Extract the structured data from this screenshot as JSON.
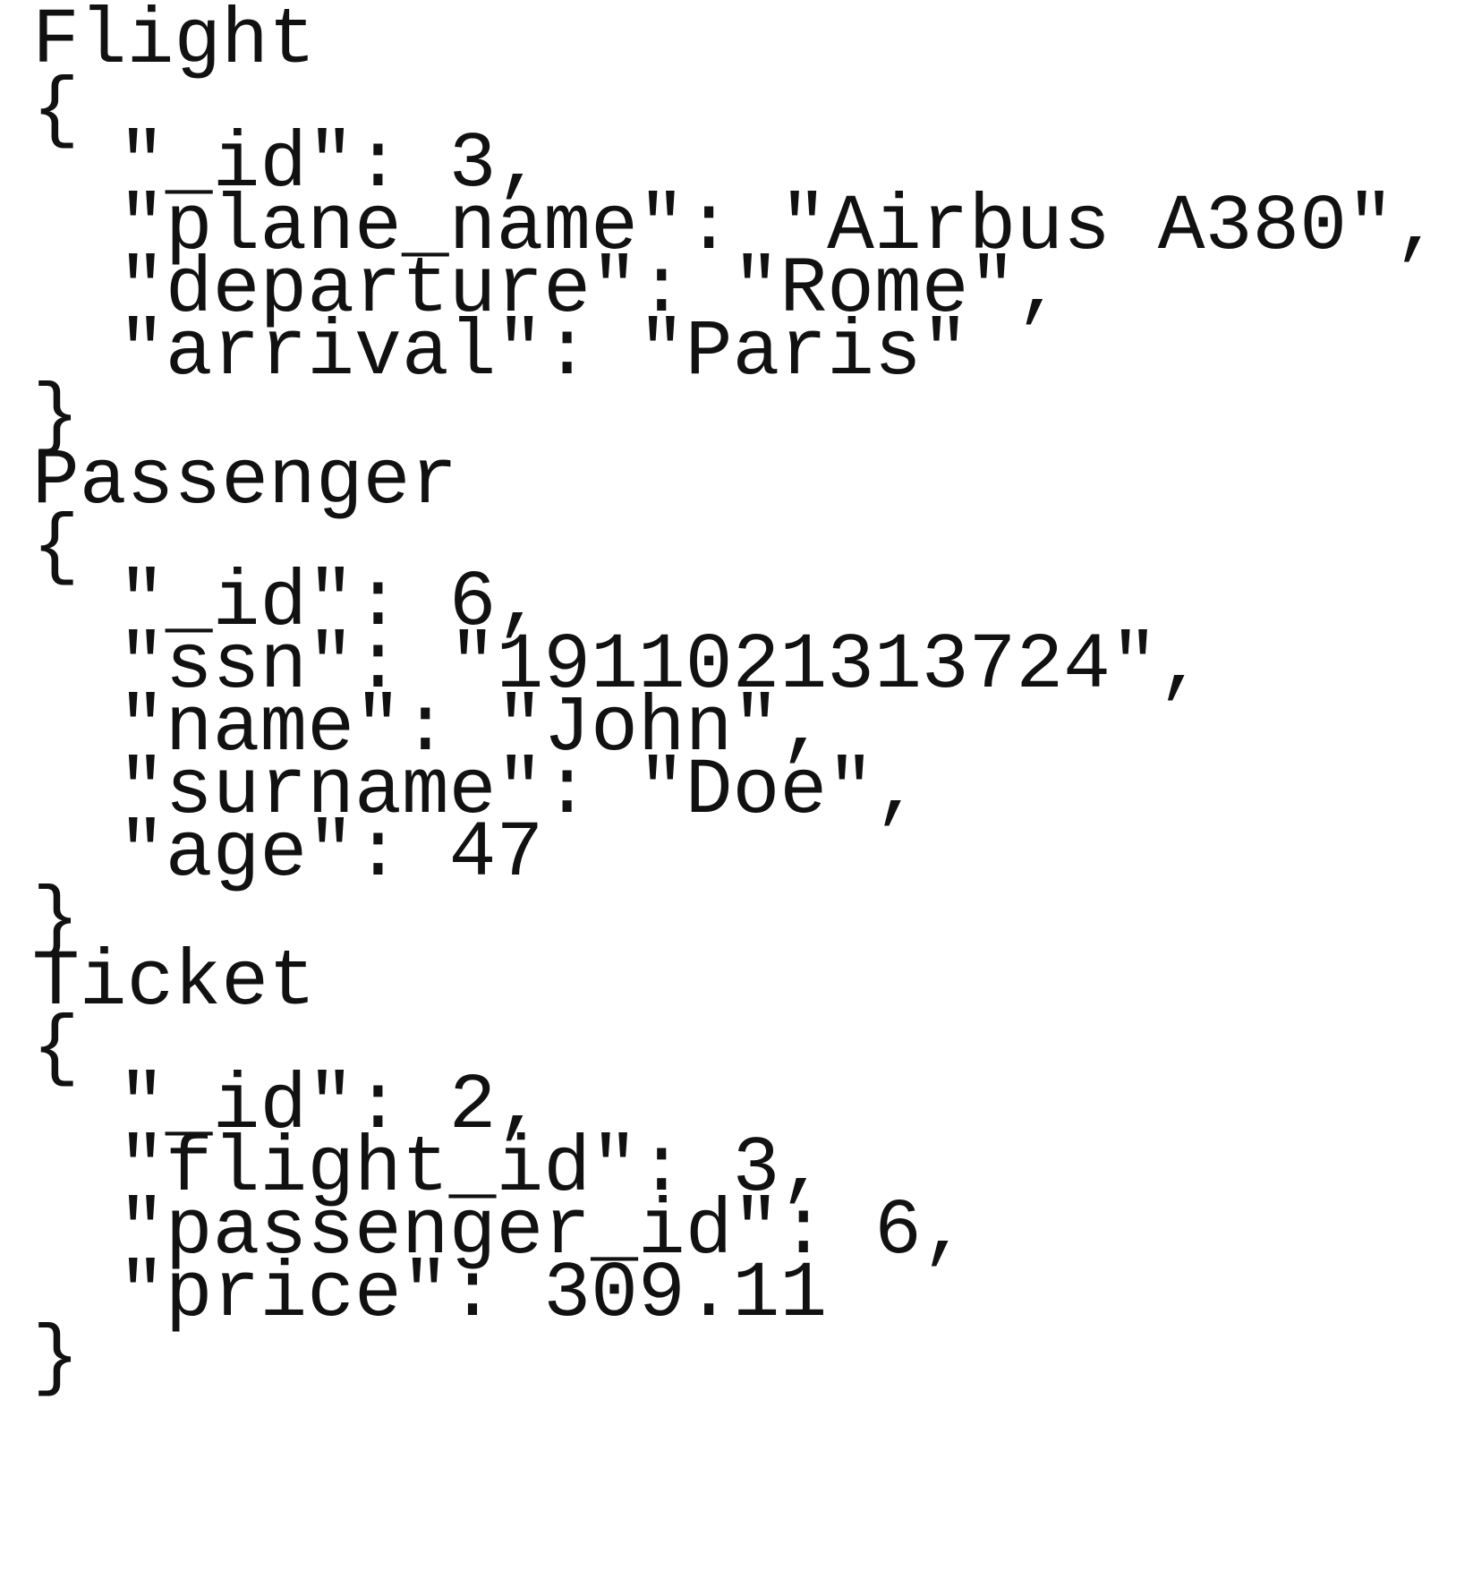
{
  "collections": [
    {
      "name": "Flight",
      "open_brace": "{",
      "close_brace": "}",
      "fields": [
        "\"_id\": 3,",
        "\"plane_name\": \"Airbus A380\",",
        "\"departure\": \"Rome\",",
        "\"arrival\": \"Paris\""
      ]
    },
    {
      "name": "Passenger",
      "open_brace": "{",
      "close_brace": "}",
      "fields": [
        "\"_id\": 6,",
        "\"ssn\": \"1911021313724\",",
        "\"name\": \"John\",",
        "\"surname\": \"Doe\",",
        "\"age\": 47"
      ]
    },
    {
      "name": "Ticket",
      "open_brace": "{",
      "close_brace": "}",
      "fields": [
        "\"_id\": 2,",
        "\"flight_id\": 3,",
        "\"passenger_id\": 6,",
        "\"price\": 309.11"
      ]
    }
  ]
}
